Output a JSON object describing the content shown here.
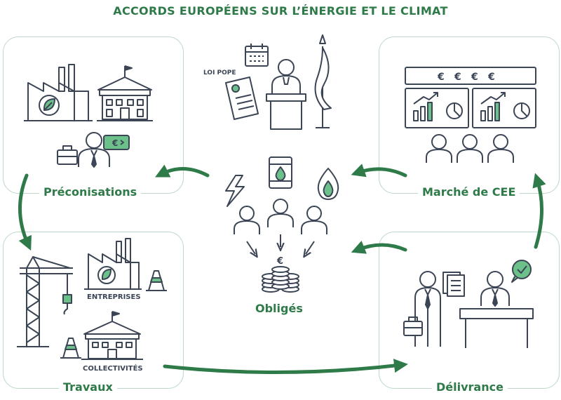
{
  "title": "ACCORDS EUROPÉENS SUR L’ÉNERGIE ET LE CLIMAT",
  "colors": {
    "green": "#2e7a48",
    "accent": "#6cc18b",
    "ink": "#3c4556",
    "border": "#bcd8c7"
  },
  "loi_label": "LOI POPE",
  "euro_symbols": [
    "€",
    "€",
    "€",
    "€"
  ],
  "coin_symbol": "€",
  "stages": {
    "preconisations": "Préconisations",
    "marche": "Marché de CEE",
    "travaux": "Travaux",
    "delivrance": "Délivrance",
    "obliges": "Obligés"
  },
  "travaux_labels": {
    "entreprises": "ENTREPRISES",
    "collectivites": "COLLECTIVITÉS"
  },
  "icons": [
    "factory-icon",
    "building-icon",
    "briefcase-icon",
    "person-icon",
    "banknote-icon",
    "calendar-icon",
    "document-icon",
    "podium-icon",
    "flag-icon",
    "barrel-icon",
    "lightning-icon",
    "flame-icon",
    "coin-stack-icon",
    "chart-icon",
    "crane-icon",
    "cone-icon",
    "checkmark-bubble-icon",
    "desk-icon"
  ]
}
